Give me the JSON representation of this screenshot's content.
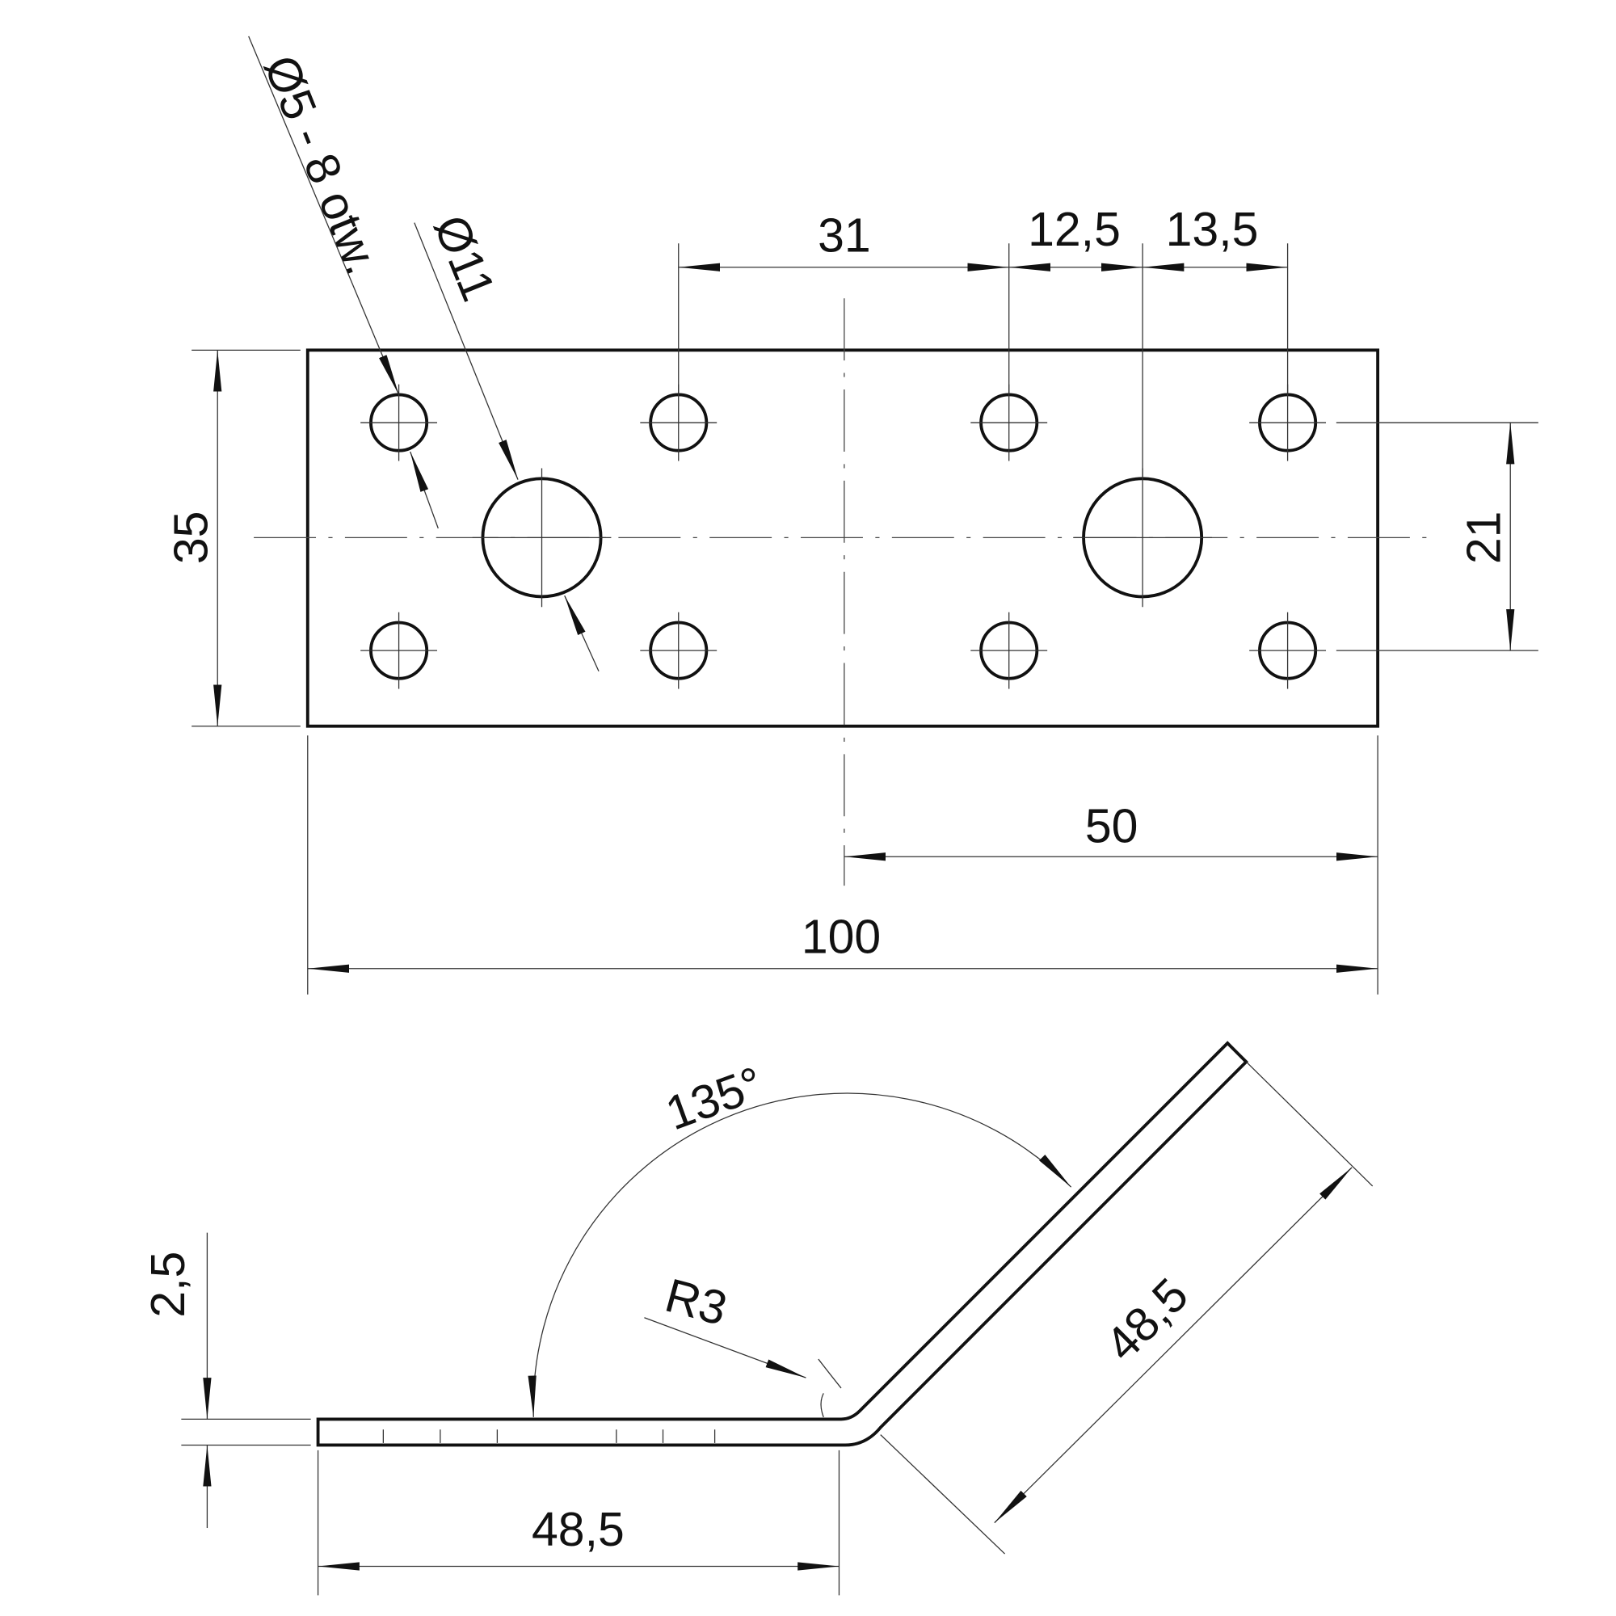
{
  "drawing": {
    "top_view": {
      "dim_31": "31",
      "dim_12_5": "12,5",
      "dim_13_5": "13,5",
      "dim_35": "35",
      "dim_21": "21",
      "dim_50": "50",
      "dim_100": "100",
      "small_holes_note": "Ø5 - 8 otw.",
      "large_hole_note": "Ø11"
    },
    "side_view": {
      "angle": "135°",
      "radius": "R3",
      "thickness": "2,5",
      "leg_horizontal": "48,5",
      "leg_angled": "48,5"
    },
    "line_color": "#111111"
  }
}
